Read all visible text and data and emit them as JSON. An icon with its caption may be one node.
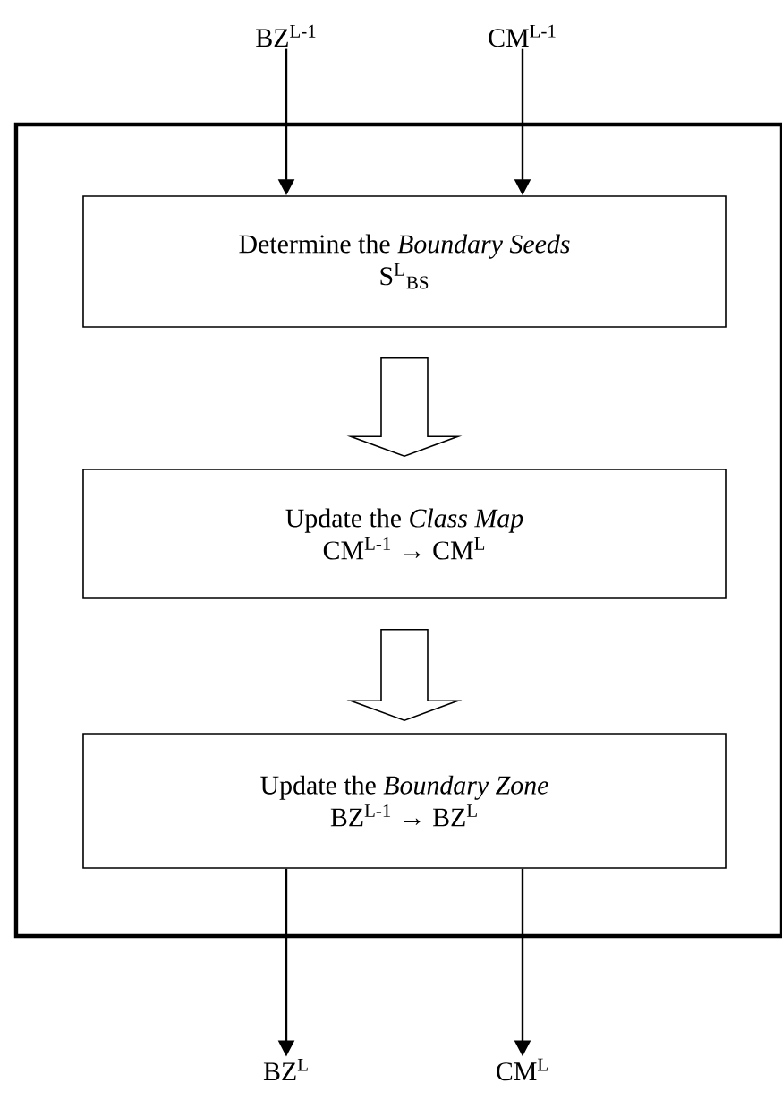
{
  "diagram": {
    "nodes": [
      {
        "text": [
          "BZ$^{L-1}$"
        ]
      },
      {
        "text": [
          "CM$^{L-1}$"
        ]
      },
      {
        "text": [],
        "shape": "box"
      },
      {
        "text": [
          "Determine the *Boundary Seeds*",
          "S$^{L}$$_{BS}$"
        ],
        "in": 2
      },
      {
        "text": [
          "Update the *Class Map*",
          "CM$^{L-1}$ → CM$^{L}$"
        ],
        "in": 2
      },
      {
        "text": [
          "Update the *Boundary Zone*",
          "BZ$^{L-1}$ → BZ$^{L}$"
        ],
        "in": 2
      },
      {
        "text": [
          "BZ$^{L}$"
        ]
      },
      {
        "text": [
          "CM$^{L}$"
        ]
      }
    ],
    "edges": [
      {
        "from": 0,
        "to": 3,
        "arrow": "to"
      },
      {
        "from": 1,
        "to": 3,
        "arrow": "to"
      },
      {
        "from": 3,
        "to": 4,
        "arrow": "to"
      },
      {
        "from": 4,
        "to": 5,
        "arrow": "to"
      },
      {
        "from": 5,
        "to": 6,
        "arrow": "to"
      },
      {
        "from": 5,
        "to": 7,
        "arrow": "to"
      }
    ]
  }
}
